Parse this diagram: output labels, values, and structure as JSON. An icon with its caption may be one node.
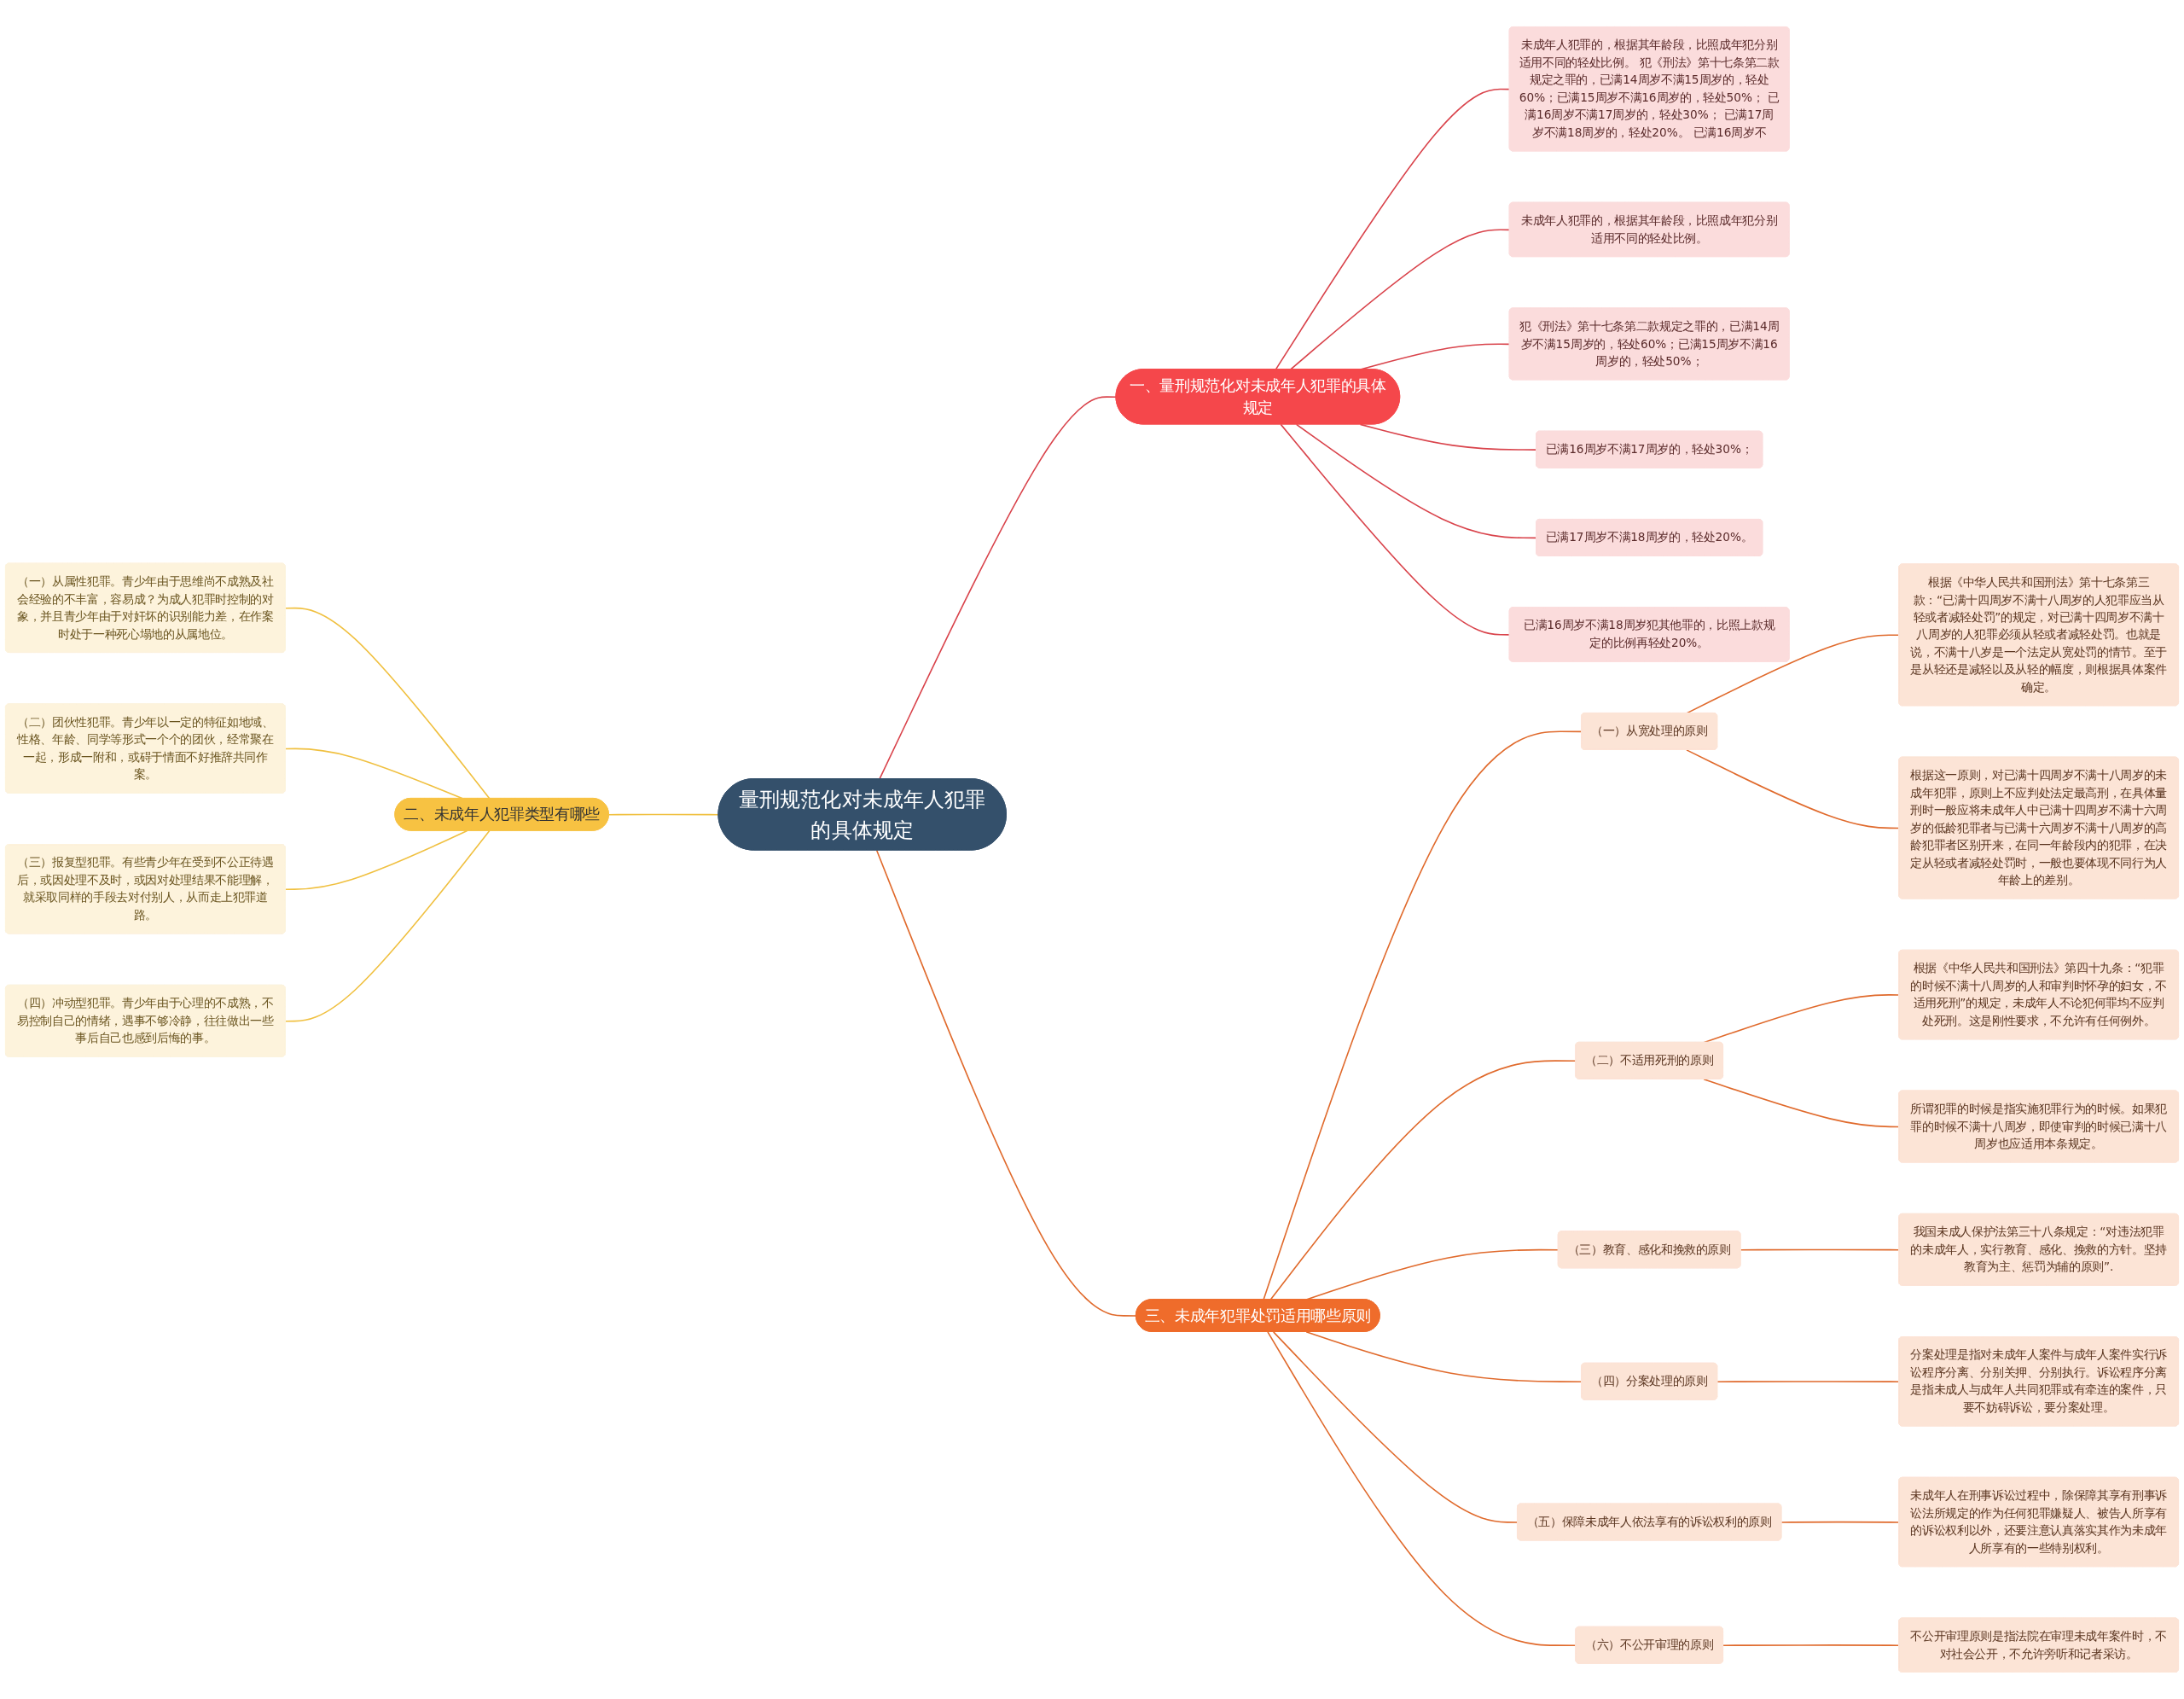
{
  "diagram": {
    "nodes": [
      {
        "text": [
          "量刑规范化对未成年人犯罪的具体规定"
        ]
      },
      {
        "text": [
          "一、量刑规范化对未成年人犯罪的具体规定"
        ]
      },
      {
        "text": [
          "未成年人犯罪的，根据其年龄段，比照成年犯分别适用不同的轻处比例。 犯《刑法》第十七条第二款规定之罪的，已满14周岁不满15周岁的，轻处60%；已满15周岁不满16周岁的，轻处50%； 已满16周岁不满17周岁的，轻处30%； 已满17周岁不满18周岁的，轻处20%。 已满16周岁不"
        ]
      },
      {
        "text": [
          "未成年人犯罪的，根据其年龄段，比照成年犯分别适用不同的轻处比例。"
        ]
      },
      {
        "text": [
          "犯《刑法》第十七条第二款规定之罪的，已满14周岁不满15周岁的，轻处60%；已满15周岁不满16周岁的，轻处50%；"
        ]
      },
      {
        "text": [
          "已满16周岁不满17周岁的，轻处30%；"
        ]
      },
      {
        "text": [
          "已满17周岁不满18周岁的，轻处20%。"
        ]
      },
      {
        "text": [
          "已满16周岁不满18周岁犯其他罪的，比照上款规定的比例再轻处20%。"
        ]
      },
      {
        "text": [
          "二、未成年人犯罪类型有哪些"
        ]
      },
      {
        "text": [
          "（一）从属性犯罪。青少年由于思维尚不成熟及社会经验的不丰富，容易成？为成人犯罪时控制的对象，并且青少年由于对奸坏的识别能力差，在作案时处于一种死心塌地的从属地位。"
        ]
      },
      {
        "text": [
          "（二）团伙性犯罪。青少年以一定的特征如地域、性格、年龄、同学等形式一个个的团伙，经常聚在一起，形成一附和，或碍于情面不好推辞共同作案。"
        ]
      },
      {
        "text": [
          "（三）报复型犯罪。有些青少年在受到不公正待遇后，或因处理不及时，或因对处理结果不能理解，就采取同样的手段去对付别人，从而走上犯罪道路。"
        ]
      },
      {
        "text": [
          "（四）冲动型犯罪。青少年由于心理的不成熟，不易控制自己的情绪，遇事不够冷静，往往做出一些事后自己也感到后悔的事。"
        ]
      },
      {
        "text": [
          "三、未成年犯罪处罚适用哪些原则"
        ]
      },
      {
        "text": [
          "（一）从宽处理的原则"
        ]
      },
      {
        "text": [
          "根据《中华人民共和国刑法》第十七条第三款：“已满十四周岁不满十八周岁的人犯罪应当从轻或者减轻处罚”的规定，对已满十四周岁不满十八周岁的人犯罪必须从轻或者减轻处罚。也就是说，不满十八岁是一个法定从宽处罚的情节。至于是从轻还是减轻以及从轻的幅度，则根据具体案件确定。"
        ]
      },
      {
        "text": [
          "根据这一原则，对已满十四周岁不满十八周岁的未成年犯罪，原则上不应判处法定最高刑，在具体量刑时一般应将未成年人中已满十四周岁不满十六周岁的低龄犯罪者与已满十六周岁不满十八周岁的高龄犯罪者区别开来，在同一年龄段内的犯罪，在决定从轻或者减轻处罚时，一般也要体现不同行为人年龄上的差别。"
        ]
      },
      {
        "text": [
          "（二）不适用死刑的原则"
        ]
      },
      {
        "text": [
          "根据《中华人民共和国刑法》第四十九条：“犯罪的时候不满十八周岁的人和审判时怀孕的妇女，不适用死刑”的规定，未成年人不论犯何罪均不应判处死刑。这是刚性要求，不允许有任何例外。"
        ]
      },
      {
        "text": [
          "所谓犯罪的时候是指实施犯罪行为的时候。如果犯罪的时候不满十八周岁，即使审判的时候已满十八周岁也应适用本条规定。"
        ]
      },
      {
        "text": [
          "（三）教育、感化和挽救的原则"
        ]
      },
      {
        "text": [
          "我国未成人保护法第三十八条规定：“对违法犯罪的未成年人，实行教育、感化、挽救的方针。坚持教育为主、惩罚为辅的原则”."
        ]
      },
      {
        "text": [
          "（四）分案处理的原则"
        ]
      },
      {
        "text": [
          "分案处理是指对未成年人案件与成年人案件实行诉讼程序分离、分别关押、分别执行。诉讼程序分离是指未成人与成年人共同犯罪或有牵连的案件，只要不妨碍诉讼，要分案处理。"
        ]
      },
      {
        "text": [
          "（五）保障未成年人依法享有的诉讼权利的原则"
        ]
      },
      {
        "text": [
          "未成年人在刑事诉讼过程中，除保障其享有刑事诉讼法所规定的作为任何犯罪嫌疑人、被告人所享有的诉讼权利以外，还要注意认真落实其作为未成年人所享有的一些特别权利。"
        ]
      },
      {
        "text": [
          "（六）不公开审理的原则"
        ]
      },
      {
        "text": [
          "不公开审理原则是指法院在审理未成年案件时，不对社会公开，不允许旁听和记者采访。"
        ]
      }
    ],
    "edges": [
      {
        "from": 0,
        "to": 1,
        "arrow": "none",
        "color": "#d9434b"
      },
      {
        "from": 1,
        "to": 2,
        "arrow": "none",
        "color": "#d9434b"
      },
      {
        "from": 1,
        "to": 3,
        "arrow": "none",
        "color": "#d9434b"
      },
      {
        "from": 1,
        "to": 4,
        "arrow": "none",
        "color": "#d9434b"
      },
      {
        "from": 1,
        "to": 5,
        "arrow": "none",
        "color": "#d9434b"
      },
      {
        "from": 1,
        "to": 6,
        "arrow": "none",
        "color": "#d9434b"
      },
      {
        "from": 1,
        "to": 7,
        "arrow": "none",
        "color": "#d9434b"
      },
      {
        "from": 0,
        "to": 8,
        "arrow": "none",
        "color": "#f0c040"
      },
      {
        "from": 8,
        "to": 9,
        "arrow": "none",
        "color": "#f0c040"
      },
      {
        "from": 8,
        "to": 10,
        "arrow": "none",
        "color": "#f0c040"
      },
      {
        "from": 8,
        "to": 11,
        "arrow": "none",
        "color": "#f0c040"
      },
      {
        "from": 8,
        "to": 12,
        "arrow": "none",
        "color": "#f0c040"
      },
      {
        "from": 0,
        "to": 13,
        "arrow": "none"
      },
      {
        "from": 13,
        "to": 14,
        "arrow": "none"
      },
      {
        "from": 14,
        "to": 15,
        "arrow": "none"
      },
      {
        "from": 14,
        "to": 16,
        "arrow": "none"
      },
      {
        "from": 13,
        "to": 17,
        "arrow": "none"
      },
      {
        "from": 17,
        "to": 18,
        "arrow": "none"
      },
      {
        "from": 17,
        "to": 19,
        "arrow": "none"
      },
      {
        "from": 13,
        "to": 20,
        "arrow": "none"
      },
      {
        "from": 20,
        "to": 21,
        "arrow": "none"
      },
      {
        "from": 13,
        "to": 22,
        "arrow": "none"
      },
      {
        "from": 22,
        "to": 23,
        "arrow": "none"
      },
      {
        "from": 13,
        "to": 24,
        "arrow": "none"
      },
      {
        "from": 24,
        "to": 25,
        "arrow": "none"
      },
      {
        "from": 13,
        "to": 26,
        "arrow": "none"
      },
      {
        "from": 26,
        "to": 27,
        "arrow": "none"
      }
    ]
  }
}
